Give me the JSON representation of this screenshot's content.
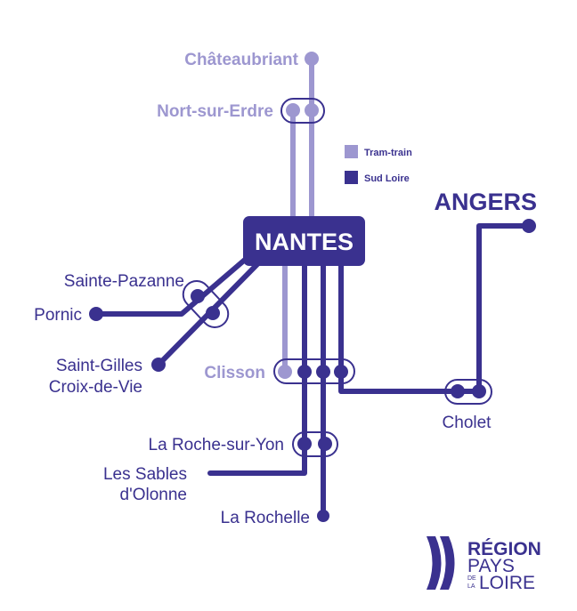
{
  "colors": {
    "tram_train": "#9d97d0",
    "sud_loire": "#3a318f",
    "background": "#ffffff"
  },
  "legend": {
    "tram_train": "Tram-train",
    "sud_loire": "Sud Loire"
  },
  "stations": {
    "chateaubriant": "Châteaubriant",
    "nort_sur_erdre": "Nort-sur-Erdre",
    "nantes": "NANTES",
    "angers": "ANGERS",
    "sainte_pazanne": "Sainte-Pazanne",
    "pornic": "Pornic",
    "saint_gilles_1": "Saint-Gilles",
    "saint_gilles_2": "Croix-de-Vie",
    "clisson": "Clisson",
    "cholet": "Cholet",
    "la_roche_sur_yon": "La Roche-sur-Yon",
    "les_sables_1": "Les Sables",
    "les_sables_2": "d'Olonne",
    "la_rochelle": "La Rochelle"
  },
  "logo": {
    "line1": "RÉGION",
    "line2": "PAYS",
    "de": "DE",
    "la": "LA",
    "line3": "LOIRE"
  }
}
